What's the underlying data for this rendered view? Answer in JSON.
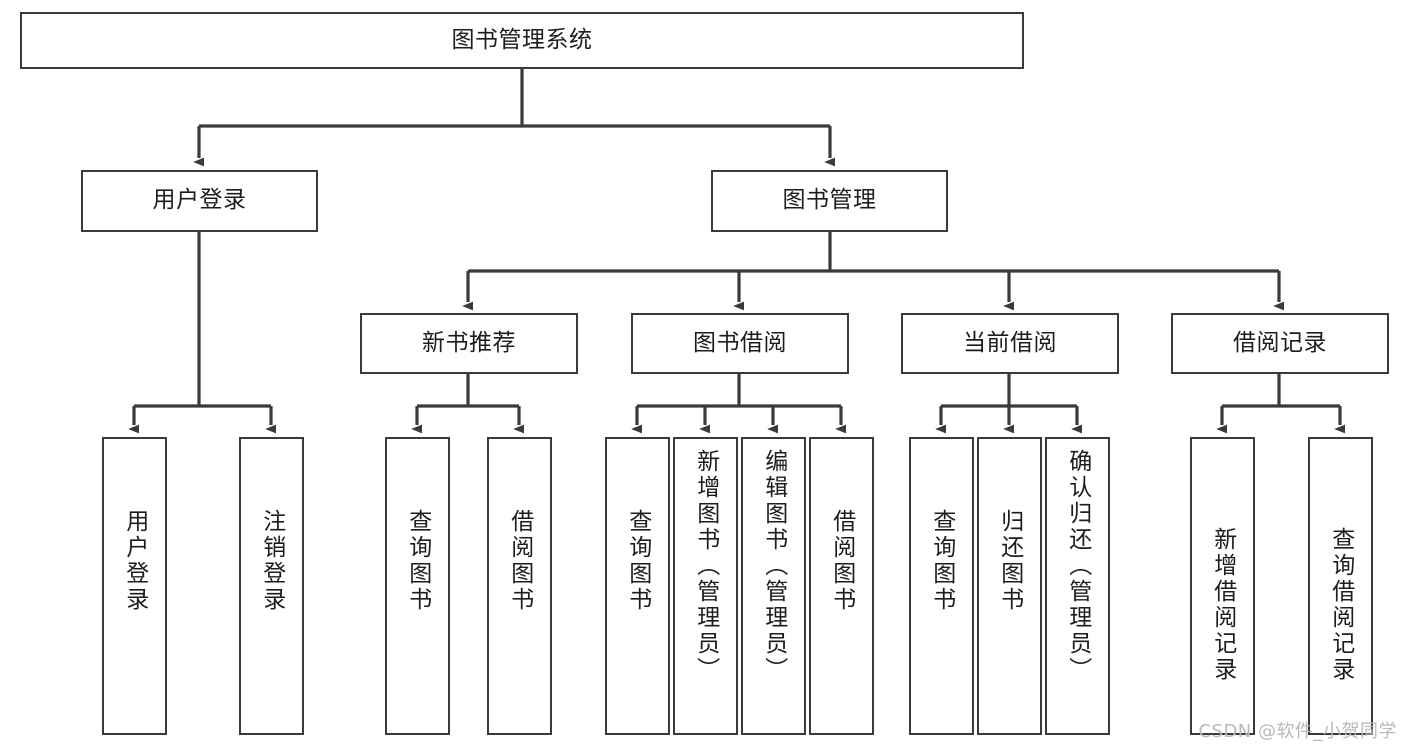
{
  "diagram": {
    "title": "图书管理系统",
    "type": "tree-hierarchy-chart",
    "watermark": "CSDN @软件_小贺同学",
    "colors": {
      "box_border": "#3a3a3a",
      "box_fill": "#ffffff",
      "connector": "#3a3a3a",
      "text": "#1d1d1d",
      "watermark": "#b9b9b9"
    },
    "levels": {
      "root": {
        "label": "图书管理系统"
      },
      "level2": [
        {
          "id": "user-login",
          "label": "用户登录"
        },
        {
          "id": "book-management",
          "label": "图书管理"
        }
      ],
      "level3": [
        {
          "id": "new-book-recommend",
          "label": "新书推荐"
        },
        {
          "id": "book-borrow",
          "label": "图书借阅"
        },
        {
          "id": "current-borrow",
          "label": "当前借阅"
        },
        {
          "id": "borrow-record",
          "label": "借阅记录"
        }
      ],
      "leaves": {
        "user_login": [
          {
            "id": "leaf-user-login",
            "label": "用户登录"
          },
          {
            "id": "leaf-user-logout",
            "label": "注销登录"
          }
        ],
        "new_book_recommend": [
          {
            "id": "leaf-query-book-1",
            "label": "查询图书"
          },
          {
            "id": "leaf-borrow-book-1",
            "label": "借阅图书"
          }
        ],
        "book_borrow": [
          {
            "id": "leaf-query-book-2",
            "label": "查询图书"
          },
          {
            "id": "leaf-add-book",
            "label": "新增图书（管理员）"
          },
          {
            "id": "leaf-edit-book",
            "label": "编辑图书（管理员）"
          },
          {
            "id": "leaf-borrow-book-2",
            "label": "借阅图书"
          }
        ],
        "current_borrow": [
          {
            "id": "leaf-query-book-3",
            "label": "查询图书"
          },
          {
            "id": "leaf-return-book",
            "label": "归还图书"
          },
          {
            "id": "leaf-confirm-return",
            "label": "确认归还（管理员）"
          }
        ],
        "borrow_record": [
          {
            "id": "leaf-add-record",
            "label": "新增借阅记录"
          },
          {
            "id": "leaf-query-record",
            "label": "查询借阅记录"
          }
        ]
      }
    }
  }
}
